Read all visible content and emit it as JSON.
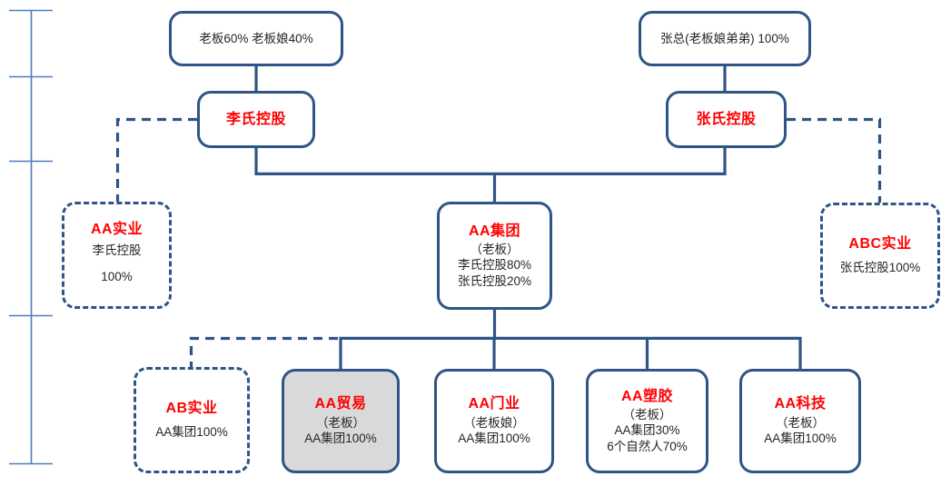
{
  "diagram_title": "equity-structure-chart",
  "colors": {
    "node_border": "#2E5586",
    "ruler_line": "#4A7EBA",
    "title_red": "#FF0000",
    "highlight_fill": "#D9D9D9",
    "body_text": "#262626"
  },
  "nodes": {
    "owners_left": {
      "lines": [
        "老板60% 老板娘40%"
      ]
    },
    "owners_right": {
      "lines": [
        "张总(老板娘弟弟) 100%"
      ]
    },
    "li_holding": {
      "title": "李氏控股"
    },
    "zhang_holding": {
      "title": "张氏控股"
    },
    "aa_shiye": {
      "title": "AA实业",
      "lines": [
        "李氏控股",
        "100%"
      ]
    },
    "aa_group": {
      "title": "AA集团",
      "lines": [
        "（老板）",
        "李氏控股80%",
        "张氏控股20%"
      ]
    },
    "abc_shiye": {
      "title": "ABC实业",
      "lines": [
        "张氏控股100%"
      ]
    },
    "ab_shiye": {
      "title": "AB实业",
      "lines": [
        "AA集团100%"
      ]
    },
    "aa_trade": {
      "title": "AA贸易",
      "lines": [
        "（老板）",
        "AA集团100%"
      ]
    },
    "aa_door": {
      "title": "AA门业",
      "lines": [
        "（老板娘）",
        "AA集团100%"
      ]
    },
    "aa_plastic": {
      "title": "AA塑胶",
      "lines": [
        "（老板）",
        "AA集团30%",
        "6个自然人70%"
      ]
    },
    "aa_tech": {
      "title": "AA科技",
      "lines": [
        "（老板）",
        "AA集团100%"
      ]
    }
  }
}
